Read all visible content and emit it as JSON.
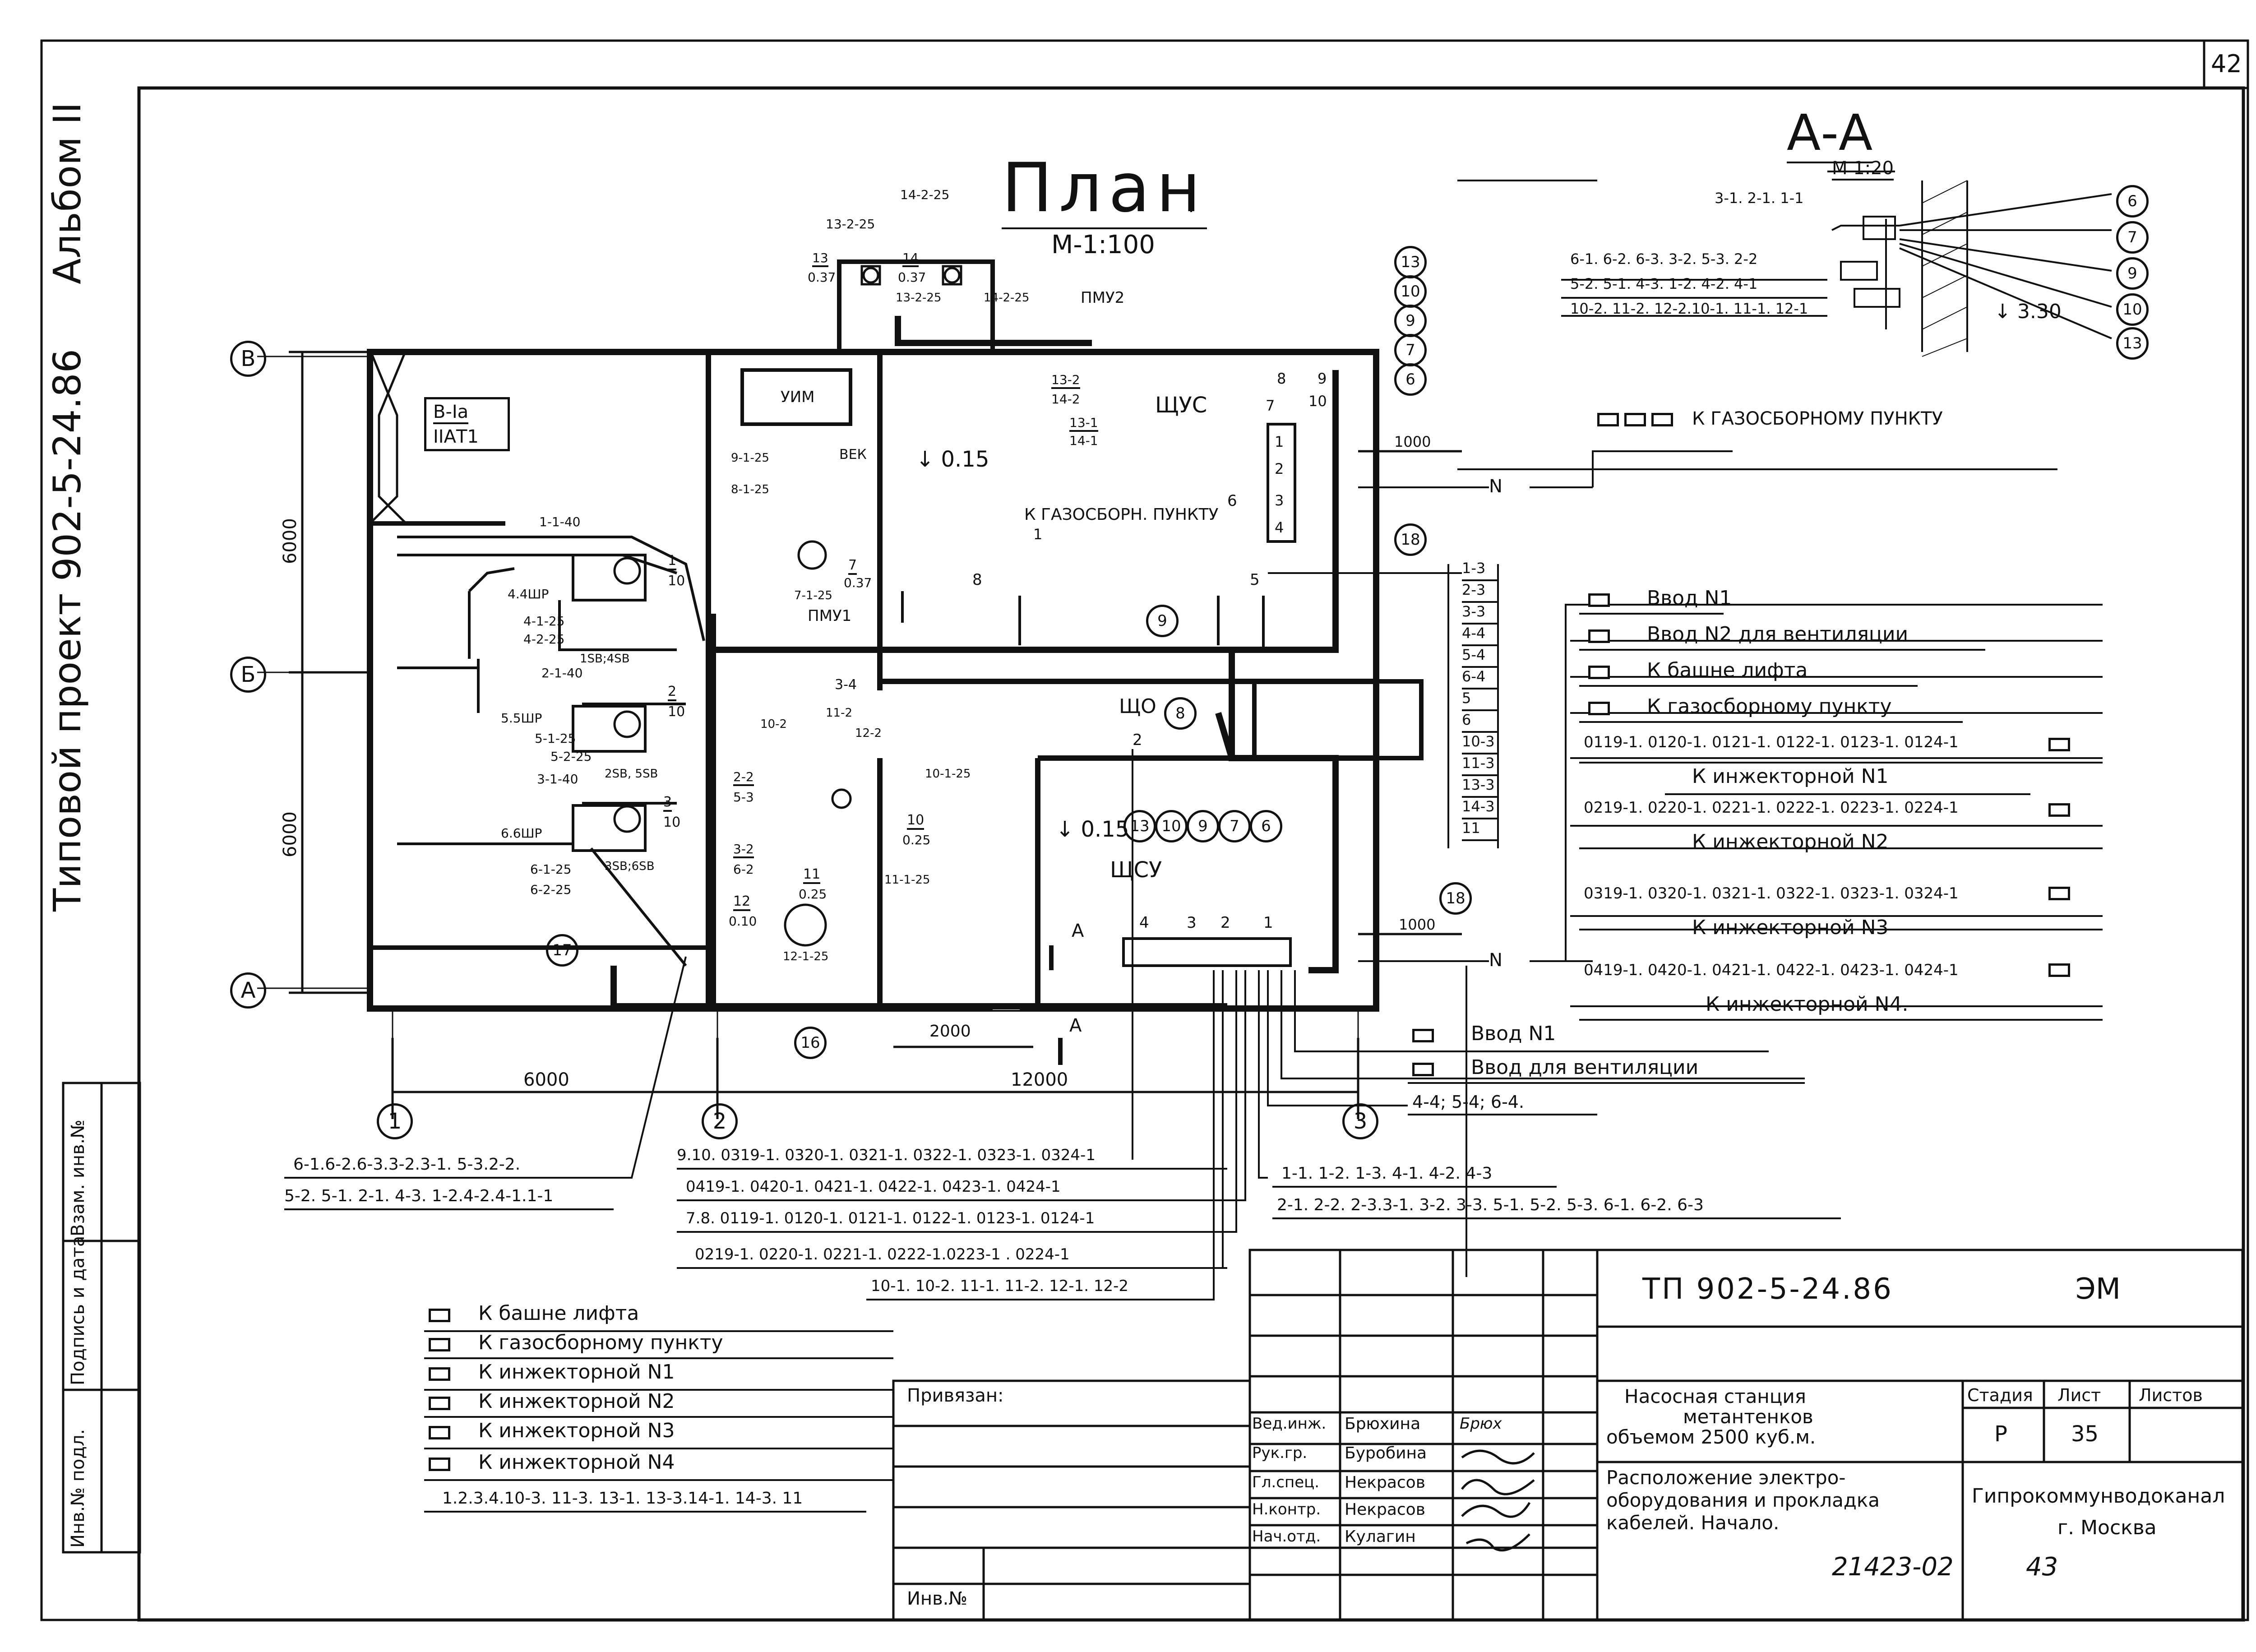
{
  "sheet": {
    "number_top": "42",
    "album_label": "Альбом II",
    "project_label": "Типовой проект 902-5-24.86"
  },
  "plan": {
    "title": "План",
    "scale": "М-1:100",
    "axes": [
      "В",
      "Б",
      "А",
      "1",
      "2",
      "3"
    ],
    "dim_6000_v1": "6000",
    "dim_6000_v2": "6000",
    "dim_6000_h": "6000",
    "dim_12000_h": "12000",
    "dim_2000": "2000",
    "dim_1000_a": "1000",
    "dim_1000_b": "1000",
    "level_a": "0.15",
    "level_b": "0.15",
    "room_box_1": "В-Iа",
    "room_box_2": "IIАТ1",
    "labels": {
      "pmu2": "ПМУ2",
      "pmu1": "ПМУ1",
      "shchus": "ЩУС",
      "shchsu": "ЩСУ",
      "shcho": "ЩО",
      "uim": "УИМ",
      "vek": "ВЕК",
      "to_gas": "К ГАЗОСБОРН. ПУНКТУ",
      "n1": "N",
      "n2": "N",
      "a1": "А",
      "a2": "А",
      "r13": "13",
      "r037": "0.37",
      "r14": "14",
      "r037b": "0.37",
      "c13225": "13-2-25",
      "c14225": "14-2-25",
      "c13225b": "13-2-25",
      "c14225b": "14-2-25",
      "l132": "13-2",
      "l142": "14-2",
      "l131": "13-1",
      "l141": "14-1",
      "c1140": "1-1-40",
      "c44shr": "4.4ШР",
      "c4125": "4-1-25",
      "c4225": "4-2-25",
      "c2140": "2-1-40",
      "c55shr": "5.5ШР",
      "c5125": "5-1-25",
      "c5225": "5-2-25",
      "c3140": "3-1-40",
      "c66shr": "6.6ШР",
      "c6125": "6-1-25",
      "c6225": "6-2-25",
      "c1sb4sb": "1SB;4SB",
      "c2sb5sb": "2SB, 5SB",
      "c3sb6sb": "3SB;6SB",
      "c9125": "9-1-25",
      "c8125": "8-1-25",
      "c7125": "7-1-25",
      "c1125": "11-1-25",
      "c1225": "12-1-25",
      "c10125": "10-1-25",
      "c102": "10-2",
      "c112": "11-2",
      "c122": "12-2",
      "c34": "3-4",
      "c22": "2-2",
      "c53": "5-3",
      "c32": "3-2",
      "c62": "6-2",
      "m1": "1",
      "m10": "10",
      "m2": "2",
      "m10b": "10",
      "m3": "3",
      "m10c": "10",
      "m7": "7",
      "m037": "0.37",
      "m10d": "10",
      "m025": "0.25",
      "m11": "11",
      "m025b": "0.25",
      "m12": "12",
      "m010": "0.10",
      "sh_8": "8",
      "sh_9": "9",
      "sh_10": "10",
      "sh_1": "1",
      "sh_2": "2",
      "sh_3": "3",
      "sh_4": "4",
      "sh_7": "7",
      "su_4": "4",
      "su_3": "3",
      "su_2": "2",
      "su_1": "1",
      "shcho_2": "2",
      "d8": "8",
      "d5": "5",
      "d6": "6",
      "q1": "1"
    },
    "col_list": [
      "1-3",
      "2-3",
      "3-3",
      "4-4",
      "5-4",
      "6-4",
      "5",
      "6",
      "10-3",
      "11-3",
      "13-3",
      "14-3",
      "11"
    ],
    "circles": {
      "c13": "13",
      "c10": "10",
      "c9": "9",
      "c7": "7",
      "c6": "6",
      "c18a": "18",
      "c9b": "9",
      "c8": "8",
      "c13b": "13",
      "c10b": "10",
      "c9c": "9",
      "c7b": "7",
      "c6b": "6",
      "c18b": "18",
      "c17": "17",
      "c16": "16"
    }
  },
  "section": {
    "title": "А-А",
    "scale": "М 1:20",
    "lines": [
      "3-1. 2-1. 1-1",
      "6-1. 6-2. 6-3. 3-2. 5-3. 2-2",
      "5-2. 5-1. 4-3. 1-2. 4-2. 4-1",
      "10-2. 11-2. 12-2.10-1. 11-1. 12-1"
    ],
    "level": "3.30",
    "circles": [
      "6",
      "7",
      "9",
      "10",
      "13"
    ]
  },
  "right_callouts": {
    "gas_top": "К ГАЗОСБОРНОМУ ПУНКТУ",
    "vvod1": "Ввод N1",
    "vvod2": "Ввод N2 для вентиляции",
    "lift": "К башне лифта",
    "gas": "К газосборному пункту",
    "inj1_list": "0119-1. 0120-1. 0121-1. 0122-1. 0123-1. 0124-1",
    "inj1": "К инжекторной N1",
    "inj2_list": "0219-1. 0220-1. 0221-1. 0222-1. 0223-1. 0224-1",
    "inj2": "К инжекторной N2",
    "inj3_list": "0319-1. 0320-1. 0321-1. 0322-1. 0323-1. 0324-1",
    "inj3": "К инжекторной N3",
    "inj4_list": "0419-1. 0420-1. 0421-1. 0422-1. 0423-1. 0424-1",
    "inj4": "К инжекторной N4."
  },
  "bottom_callouts": {
    "vvod1": "Ввод N1",
    "vvod_vent": "Ввод для вентиляции",
    "vent_list": "4-4; 5-4; 6-4.",
    "b_list1": "1-1. 1-2. 1-3. 4-1. 4-2. 4-3",
    "b_list2": "2-1. 2-2. 2-3.3-1. 3-2. 3-3. 5-1. 5-2. 5-3. 6-1. 6-2. 6-3",
    "l_list1": "6-1.6-2.6-3.3-2.3-1. 5-3.2-2.",
    "l_list2": "5-2. 5-1. 2-1. 4-3. 1-2.4-2.4-1.1-1",
    "m_list1": "9.10. 0319-1. 0320-1. 0321-1. 0322-1. 0323-1. 0324-1",
    "m_list2": "0419-1. 0420-1. 0421-1. 0422-1. 0423-1. 0424-1",
    "m_list3": "7.8. 0119-1. 0120-1. 0121-1. 0122-1. 0123-1. 0124-1",
    "m_list4": "0219-1. 0220-1. 0221-1. 0222-1.0223-1 . 0224-1",
    "m_list5": "10-1. 10-2. 11-1. 11-2. 12-1. 12-2"
  },
  "legend": {
    "items": [
      "К башне лифта",
      "К газосборному пункту",
      "К инжекторной N1",
      "К инжекторной N2",
      "К инжекторной N3",
      "К инжекторной N4"
    ],
    "list": "1.2.3.4.10-3. 11-3. 13-1. 13-3.14-1. 14-3. 11"
  },
  "side_stamp": {
    "c1": "Инв.№ подл.",
    "c2": "Подпись и дата",
    "c3": "Взам. инв.№"
  },
  "title_block": {
    "code": "ТП  902-5-24.86",
    "mark": "ЭМ",
    "privyazan": "Привязан:",
    "inv": "Инв.№",
    "name1": "Насосная станция",
    "name2": "метантенков",
    "name3": "объемом 2500 куб.м.",
    "desc1": "Расположение электро-",
    "desc2": "оборудования и прокладка",
    "desc3": "кабелей.     Начало.",
    "h_stage": "Стадия",
    "h_sheet": "Лист",
    "h_sheets": "Листов",
    "stage": "Р",
    "sheet": "35",
    "org1": "Гипрокоммунводоканал",
    "org2": "г. Москва",
    "roles": [
      "Вед.инж.",
      "Рук.гр.",
      "Гл.спец.",
      "Н.контр.",
      "Нач.отд."
    ],
    "names": [
      "Брюхина",
      "Буробина",
      "Некрасов",
      "Некрасов",
      "Кулагин"
    ],
    "sign1": "Брюх"
  },
  "footer": {
    "num": "21423-02",
    "page": "43"
  }
}
